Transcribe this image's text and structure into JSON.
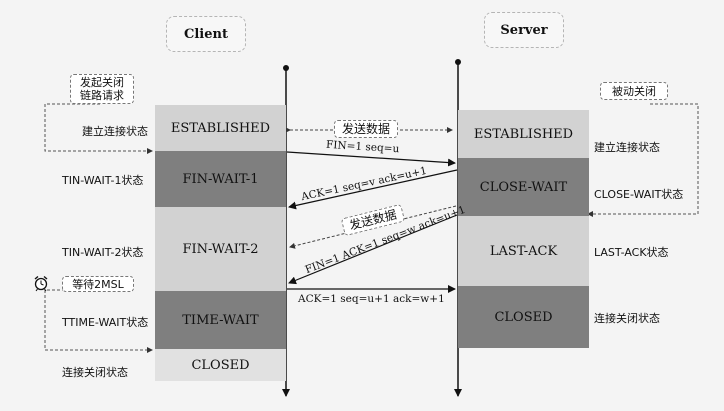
{
  "client": {
    "title": "Client",
    "initiate_note": [
      "发起关闭",
      "链路请求"
    ],
    "wait_2msl_note": "等待2MSL",
    "states": [
      "ESTABLISHED",
      "FIN-WAIT-1",
      "FIN-WAIT-2",
      "TIME-WAIT",
      "CLOSED"
    ],
    "side_labels": [
      "建立连接状态",
      "TIN-WAIT-1状态",
      "TIN-WAIT-2状态",
      "TTIME-WAIT状态",
      "连接关闭状态"
    ]
  },
  "server": {
    "title": "Server",
    "passive_note": "被动关闭",
    "states": [
      "ESTABLISHED",
      "CLOSE-WAIT",
      "LAST-ACK",
      "CLOSED"
    ],
    "side_labels": [
      "建立连接状态",
      "CLOSE-WAIT状态",
      "LAST-ACK状态",
      "连接关闭状态"
    ]
  },
  "messages": {
    "send_data_1": "发送数据",
    "send_data_2": "发送数据",
    "fin1": "FIN=1 seq=u",
    "ack1": "ACK=1 seq=v ack=u+1",
    "fin2": "FIN=1 ACK=1 seq=w ack=u+1",
    "ack2": "ACK=1 seq=u+1 ack=w+1"
  },
  "icons": {
    "alarm": "alarm-clock-icon"
  }
}
